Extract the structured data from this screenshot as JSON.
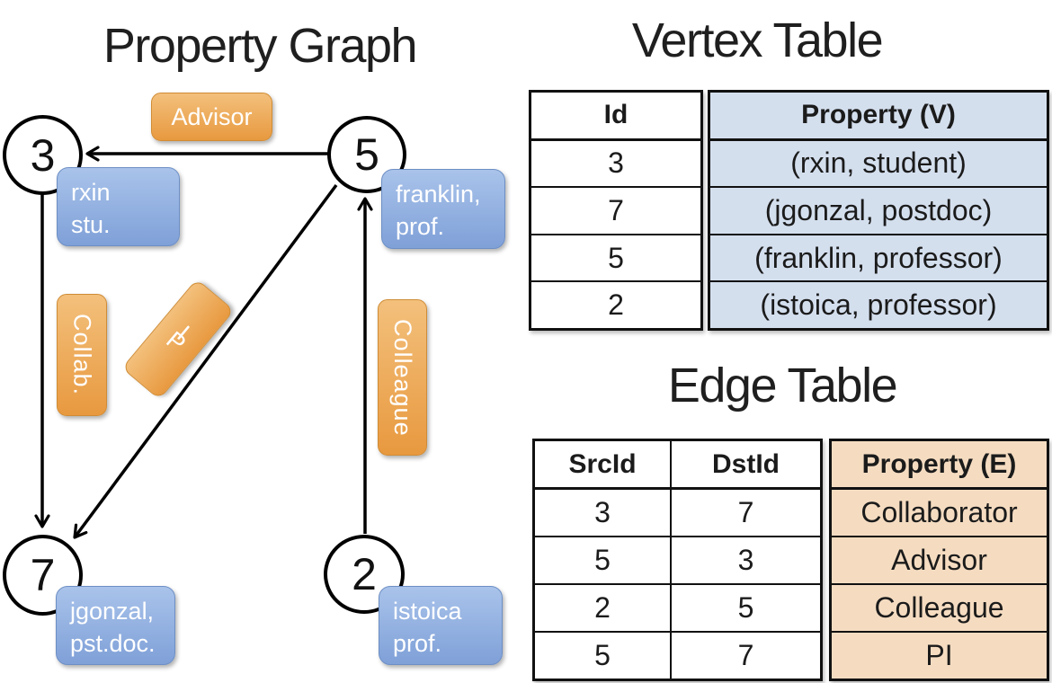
{
  "slide": {
    "graph": {
      "title": "Property Graph",
      "vertices": [
        {
          "id": "3",
          "line1": "rxin",
          "line2": "stu."
        },
        {
          "id": "5",
          "line1": "franklin,",
          "line2": "prof."
        },
        {
          "id": "7",
          "line1": "jgonzal,",
          "line2": "pst.doc."
        },
        {
          "id": "2",
          "line1": "istoica",
          "line2": "prof."
        }
      ],
      "edge_labels": {
        "advisor": "Advisor",
        "collab": "Collab.",
        "pi": "PI",
        "colleague": "Colleague"
      }
    },
    "vertex_table": {
      "title": "Vertex Table",
      "columns": [
        "Id",
        "Property (V)"
      ],
      "rows": [
        [
          "3",
          "(rxin, student)"
        ],
        [
          "7",
          "(jgonzal, postdoc)"
        ],
        [
          "5",
          "(franklin, professor)"
        ],
        [
          "2",
          "(istoica, professor)"
        ]
      ]
    },
    "edge_table": {
      "title": "Edge Table",
      "columns": [
        "SrcId",
        "DstId",
        "Property (E)"
      ],
      "rows": [
        [
          "3",
          "7",
          "Collaborator"
        ],
        [
          "5",
          "3",
          "Advisor"
        ],
        [
          "2",
          "5",
          "Colleague"
        ],
        [
          "5",
          "7",
          "PI"
        ]
      ]
    }
  },
  "colors": {
    "ink": "#111111",
    "text-dark": "#1b1b1b",
    "table-blue": "#d4dfee",
    "table-orange": "#f5dcc1",
    "node-blue-top": "#a9c3ea",
    "node-blue-bottom": "#7fa0d8",
    "node-blue-border": "#6d8fc5",
    "pill-orange-top": "#f3c07c",
    "pill-orange-bottom": "#e8993f",
    "pill-orange-border": "#d08c35"
  }
}
